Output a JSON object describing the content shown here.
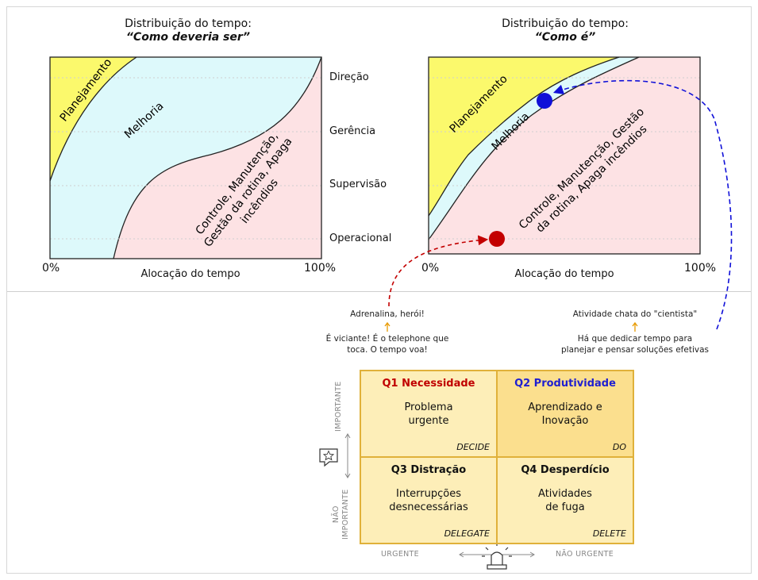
{
  "left_chart": {
    "title_line1": "Distribuição do tempo:",
    "title_line2": "“Como deveria ser”",
    "regions": {
      "planejamento": "Planejamento",
      "melhoria": "Melhoria",
      "controle_lines": [
        "Controle, Manutenção,",
        "Gestão da rotina, Apaga",
        "incêndios"
      ]
    },
    "x_start": "0%",
    "x_end": "100%",
    "x_label": "Alocação do tempo"
  },
  "levels": [
    "Direção",
    "Gerência",
    "Supervisão",
    "Operacional"
  ],
  "right_chart": {
    "title_line1": "Distribuição do tempo:",
    "title_line2": "“Como é”",
    "regions": {
      "planejamento": "Planejamento",
      "melhoria": "Melhoria",
      "controle_lines": [
        "Controle, Manutenção, Gestão",
        "da rotina, Apaga incêndios"
      ]
    },
    "x_start": "0%",
    "x_end": "100%",
    "x_label": "Alocação do tempo"
  },
  "annotations": {
    "left_top": "Adrenalina, herói!",
    "left_bottom_line1": "É viciante! É o telephone que",
    "left_bottom_line2": "toca. O tempo voa!",
    "right_top": "Atividade chata do \"cientista\"",
    "right_bottom_line1": "Há que dedicar tempo para",
    "right_bottom_line2": "planejar e pensar soluções efetivas"
  },
  "colors": {
    "planejamento": "#fbf96c",
    "melhoria": "#ddf9fb",
    "controle": "#fde2e4",
    "red_marker": "#c30000",
    "blue_marker": "#1010d8",
    "q1_title": "#c00000",
    "q2_title": "#1f1fd0",
    "quad_light": "#fdeeb8",
    "quad_dark": "#fbdf8e"
  },
  "matrix": {
    "q1": {
      "title": "Q1 Necessidade",
      "body_line1": "Problema",
      "body_line2": "urgente",
      "action": "DECIDE"
    },
    "q2": {
      "title": "Q2 Produtividade",
      "body_line1": "Aprendizado e",
      "body_line2": "Inovação",
      "action": "DO"
    },
    "q3": {
      "title": "Q3 Distração",
      "body_line1": "Interrupções",
      "body_line2": "desnecessárias",
      "action": "DELEGATE"
    },
    "q4": {
      "title": "Q4 Desperdício",
      "body_line1": "Atividades",
      "body_line2": "de fuga",
      "action": "DELETE"
    },
    "y_top": "IMPORTANTE",
    "y_bottom_line1": "NÃO",
    "y_bottom_line2": "IMPORTANTE",
    "x_left": "URGENTE",
    "x_right": "NÃO URGENTE"
  }
}
